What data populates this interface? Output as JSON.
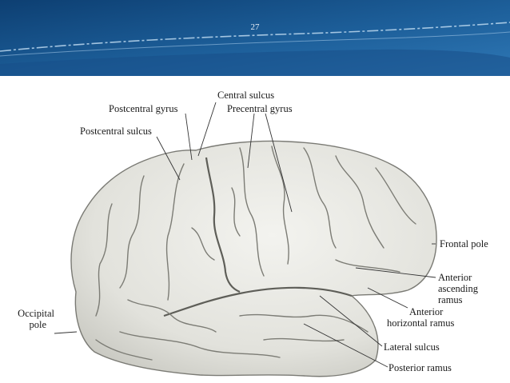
{
  "slide": {
    "page_number": "27",
    "colors": {
      "header_dark": "#0d3f72",
      "header_mid": "#1d5f9a",
      "header_light": "#3a83bf",
      "wave": "#bcd8ee",
      "brain_fill": "#e9e9e4",
      "sulcus": "#6b6b66"
    }
  },
  "labels": {
    "central_sulcus": "Central sulcus",
    "postcentral_gyrus": "Postcentral gyrus",
    "precentral_gyrus": "Precentral gyrus",
    "postcentral_sulcus": "Postcentral sulcus",
    "frontal_pole": "Frontal pole",
    "anterior_ascending_ramus": [
      "Anterior",
      "ascending",
      "ramus"
    ],
    "occipital_pole": [
      "Occipital",
      "pole"
    ],
    "anterior_horizontal_ramus": [
      "Anterior",
      "horizontal ramus"
    ],
    "lateral_sulcus": "Lateral sulcus",
    "posterior_ramus": "Posterior ramus"
  }
}
